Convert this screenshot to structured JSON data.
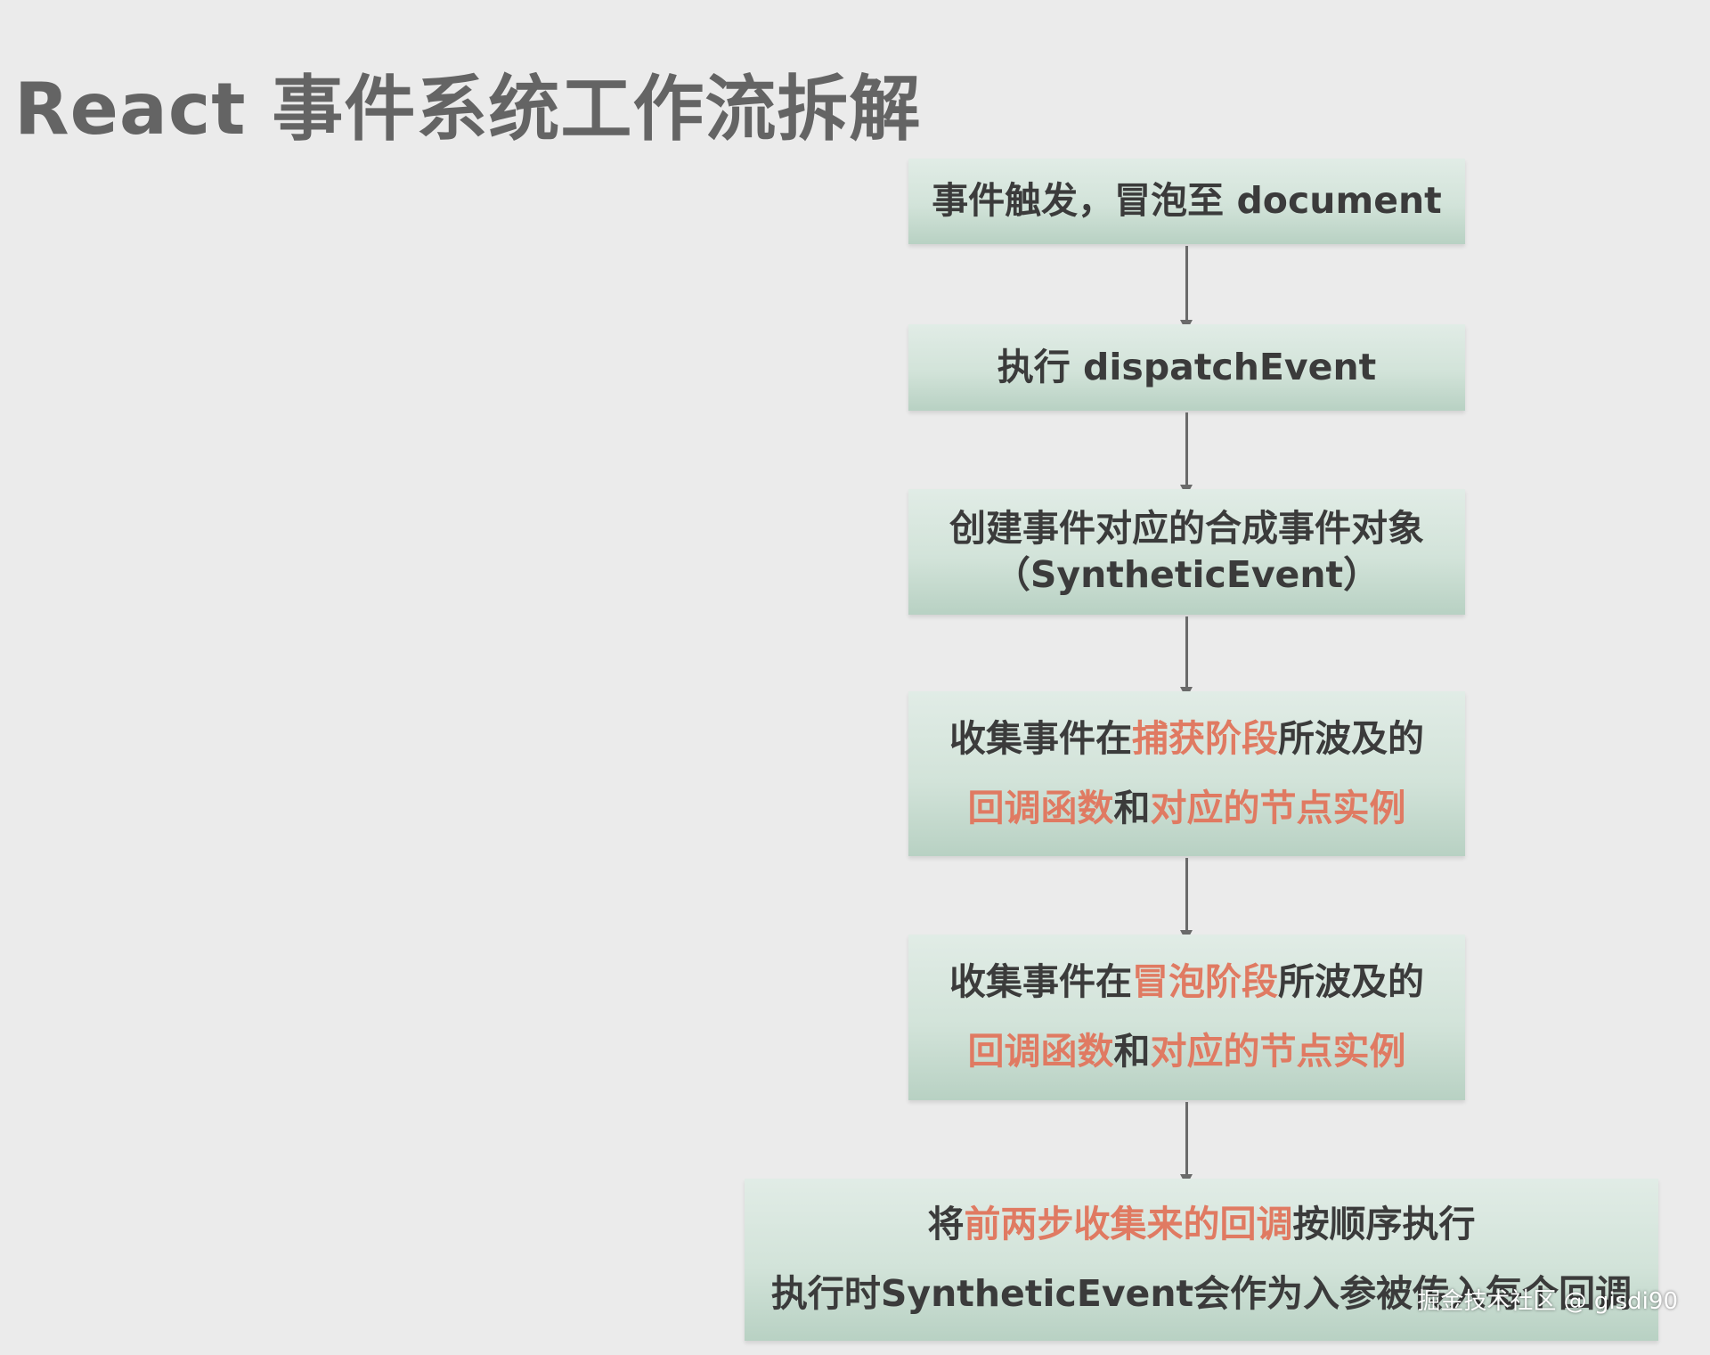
{
  "title": "React 事件系统工作流拆解",
  "steps": [
    {
      "lines": [
        [
          {
            "text": "事件触发，冒泡至 document",
            "hl": false
          }
        ]
      ]
    },
    {
      "lines": [
        [
          {
            "text": "执行 dispatchEvent",
            "hl": false
          }
        ]
      ]
    },
    {
      "lines": [
        [
          {
            "text": "创建事件对应的合成事件对象",
            "hl": false
          }
        ],
        [
          {
            "text": "（SyntheticEvent）",
            "hl": false
          }
        ]
      ]
    },
    {
      "lines": [
        [
          {
            "text": "收集事件在",
            "hl": false
          },
          {
            "text": "捕获阶段",
            "hl": true
          },
          {
            "text": "所波及的",
            "hl": false
          }
        ],
        [
          {
            "text": "回调函数",
            "hl": true
          },
          {
            "text": "和",
            "hl": false
          },
          {
            "text": "对应的节点实例",
            "hl": true
          }
        ]
      ]
    },
    {
      "lines": [
        [
          {
            "text": "收集事件在",
            "hl": false
          },
          {
            "text": "冒泡阶段",
            "hl": true
          },
          {
            "text": "所波及的",
            "hl": false
          }
        ],
        [
          {
            "text": "回调函数",
            "hl": true
          },
          {
            "text": "和",
            "hl": false
          },
          {
            "text": "对应的节点实例",
            "hl": true
          }
        ]
      ]
    },
    {
      "lines": [
        [
          {
            "text": "将",
            "hl": false
          },
          {
            "text": "前两步收集来的回调",
            "hl": true
          },
          {
            "text": "按顺序执行",
            "hl": false
          }
        ],
        [
          {
            "text": "执行时SyntheticEvent会作为入参被传入每个回调",
            "hl": false
          }
        ]
      ]
    }
  ],
  "colors": {
    "highlight": "#e07a62",
    "text": "#3b3b3b",
    "title": "#646464",
    "arrow": "#6a6a6a",
    "background": "#ebebeb"
  },
  "watermark": "掘金技术社区 @ gisdi90"
}
